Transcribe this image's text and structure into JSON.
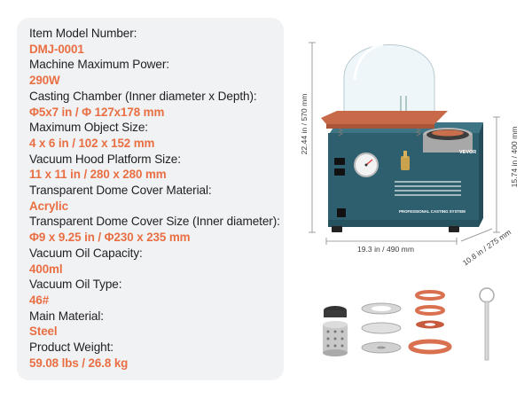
{
  "specs": [
    {
      "label": "Item Model Number:",
      "value": "DMJ-0001"
    },
    {
      "label": "Machine Maximum Power:",
      "value": "290W"
    },
    {
      "label": "Casting Chamber (Inner diameter x Depth):",
      "value": "Φ5x7 in / Φ 127x178 mm"
    },
    {
      "label": "Maximum Object Size:",
      "value": "4 x 6 in / 102 x 152 mm"
    },
    {
      "label": "Vacuum Hood Platform Size:",
      "value": "11 x 11 in / 280 x 280 mm"
    },
    {
      "label": "Transparent Dome Cover Material:",
      "value": "Acrylic"
    },
    {
      "label": "Transparent Dome Cover Size (Inner diameter):",
      "value": "Φ9 x 9.25 in / Φ230 x 235 mm"
    },
    {
      "label": "Vacuum Oil Capacity:",
      "value": "400ml"
    },
    {
      "label": "Vacuum Oil Type:",
      "value": "46#"
    },
    {
      "label": "Main Material:",
      "value": "Steel"
    },
    {
      "label": "Product Weight:",
      "value": "59.08 lbs / 26.8 kg"
    }
  ],
  "dimensions": {
    "height_total": "22.44 in / 570 mm",
    "width": "19.3 in / 490 mm",
    "height_body": "15.74 in / 400 mm",
    "depth": "10.8 in / 275 mm"
  },
  "machine": {
    "brand": "VEVOR",
    "panel_title": "PROFESSIONAL CASTING SYSTEM"
  },
  "colors": {
    "accent": "#e96f43",
    "machine_body": "#2e5f6e",
    "copper_plate": "#c8694a",
    "gasket": "#d9704f"
  }
}
